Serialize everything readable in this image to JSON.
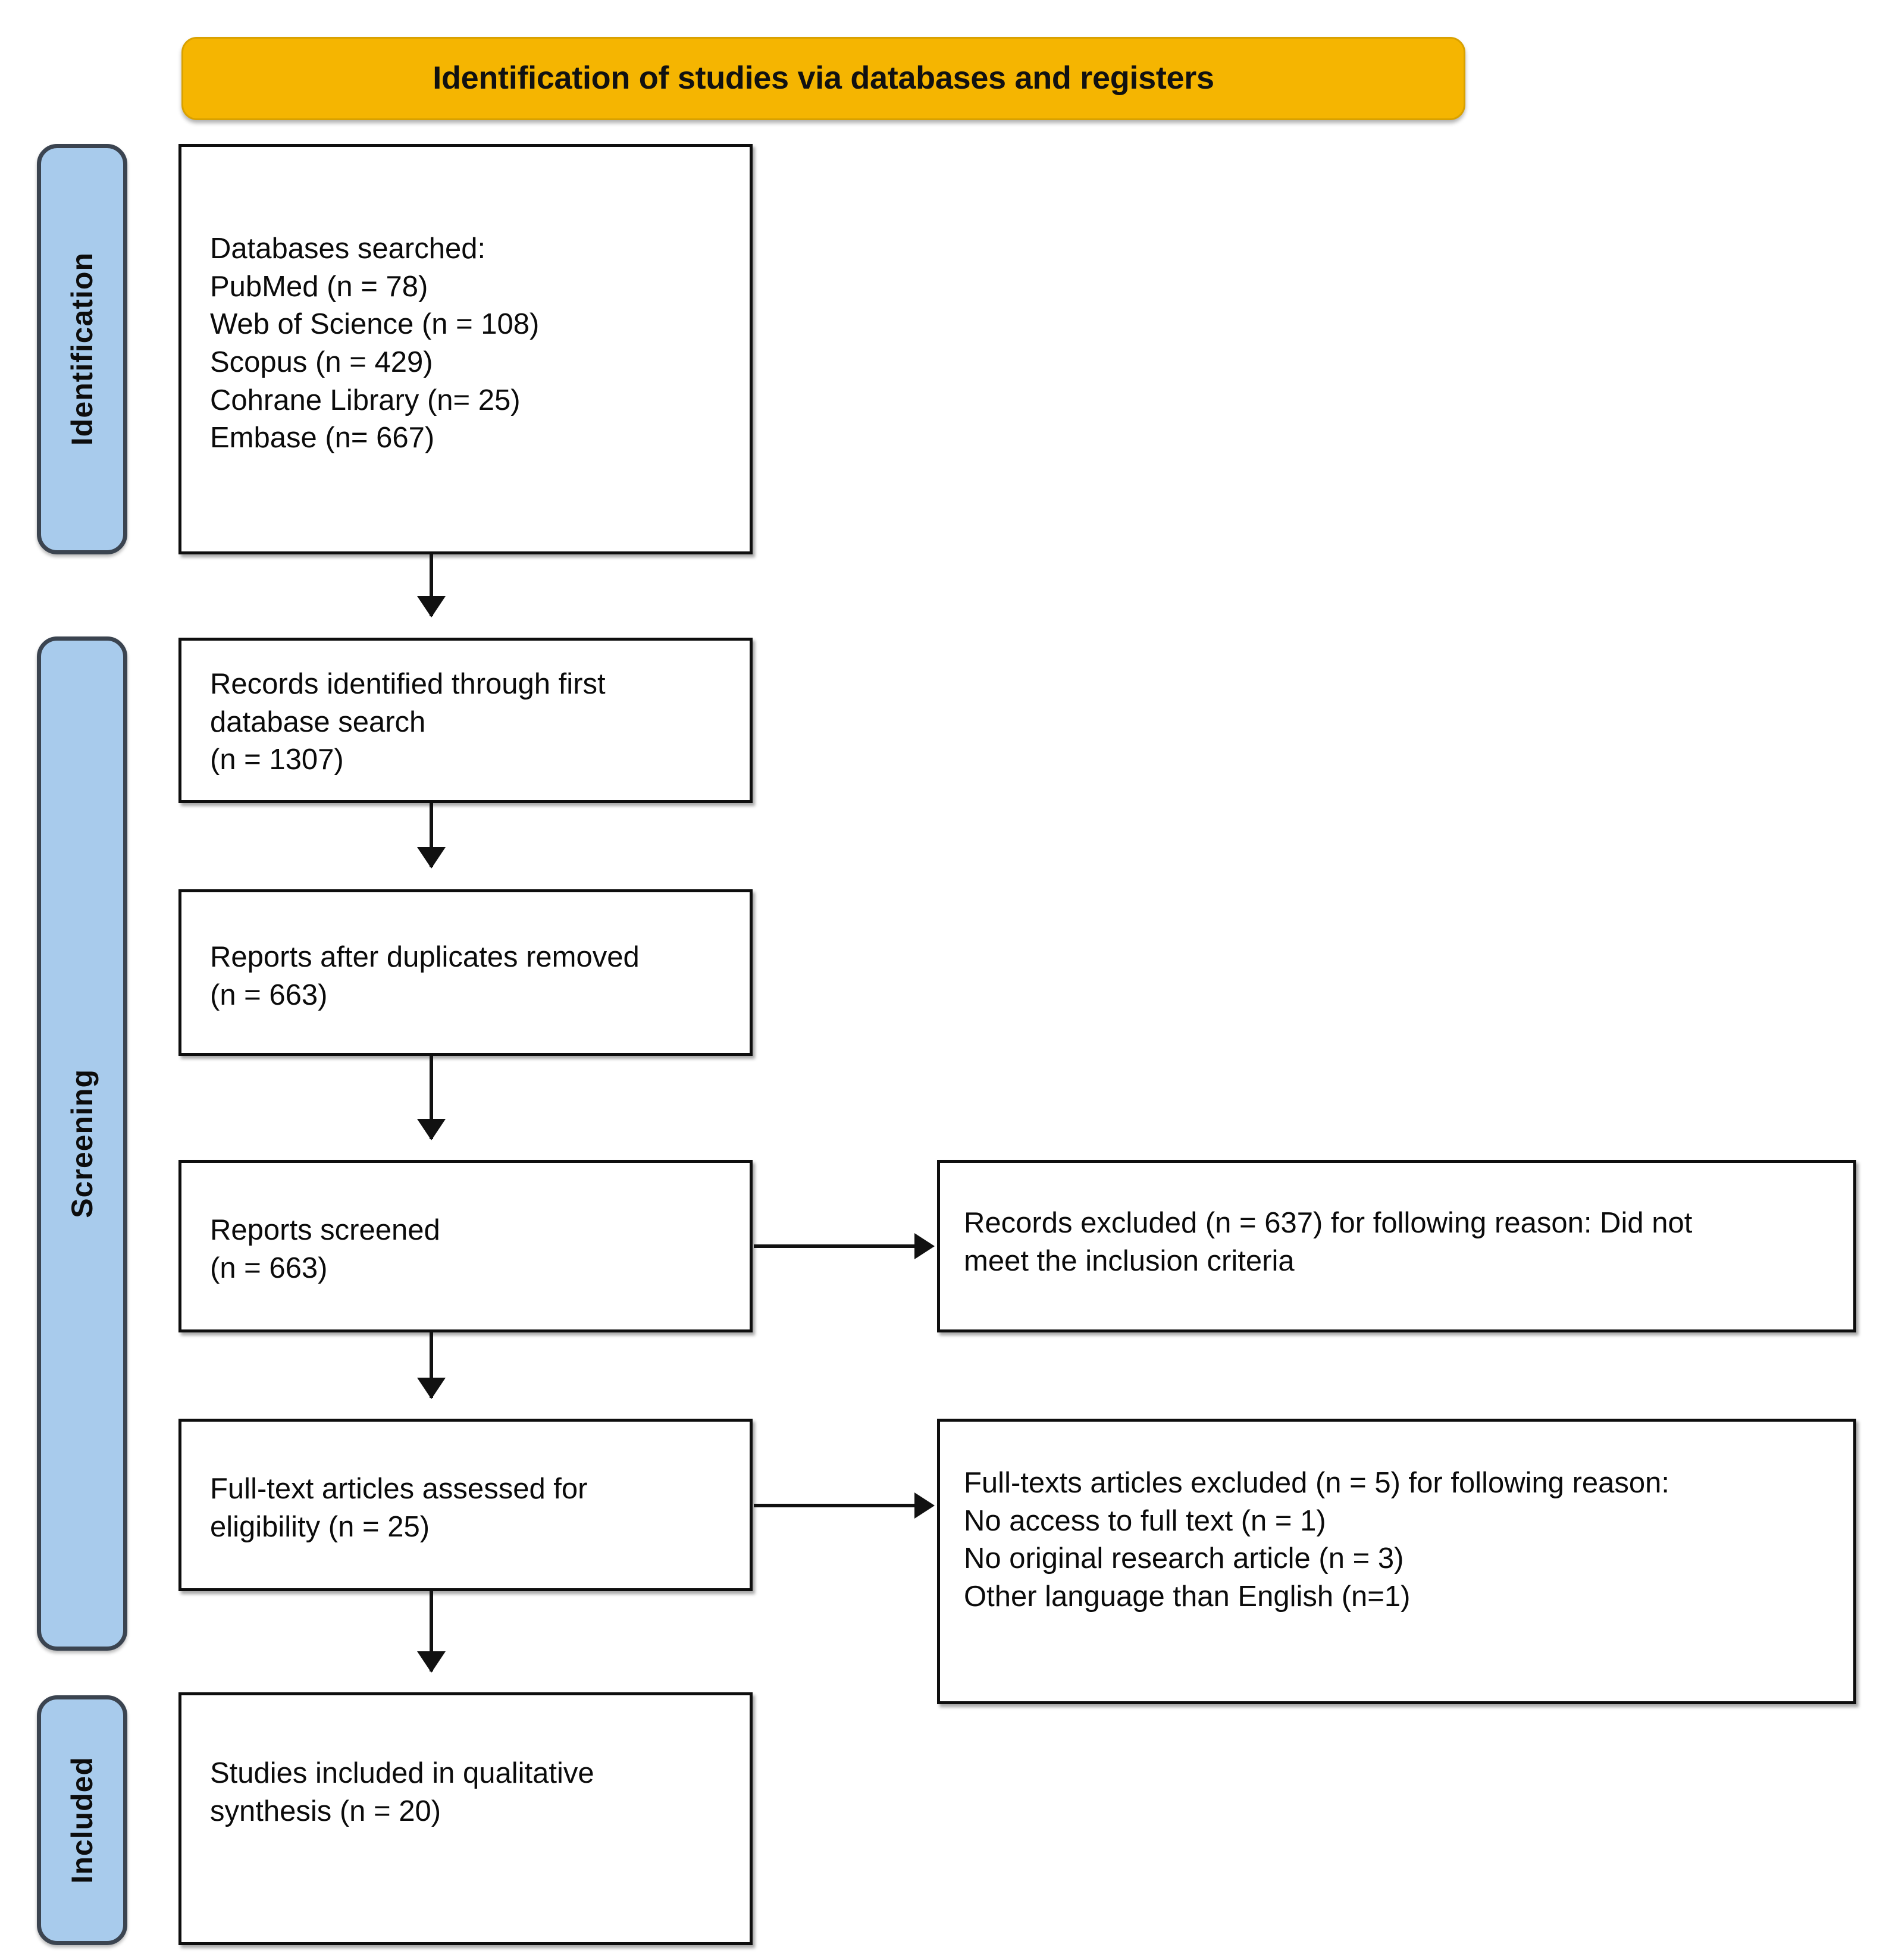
{
  "banner": {
    "title": "Identification of studies via databases and registers",
    "fill_color": "#F5B501",
    "text_color": "#111111"
  },
  "stages": [
    {
      "id": "identification",
      "label": "Identification",
      "fill_color": "#A8CBEC",
      "border_color": "#3B4450"
    },
    {
      "id": "screening",
      "label": "Screening",
      "fill_color": "#A8CBEC",
      "border_color": "#3B4450"
    },
    {
      "id": "included",
      "label": "Included",
      "fill_color": "#A8CBEC",
      "border_color": "#3B4450"
    }
  ],
  "boxes": {
    "databases": {
      "text": "Databases searched:\nPubMed (n = 78)\nWeb of Science (n = 108)\nScopus (n = 429)\nCohrane Library (n= 25)\nEmbase (n= 667)"
    },
    "records_identified": {
      "text": "Records identified through first\ndatabase search\n(n = 1307)"
    },
    "duplicates_removed": {
      "text": "Reports after duplicates removed\n(n = 663)"
    },
    "reports_screened": {
      "text": "Reports screened\n(n = 663)"
    },
    "fulltext_assessed": {
      "text": "Full-text articles assessed for\neligibility (n = 25)"
    },
    "studies_included": {
      "text": "Studies included in qualitative\nsynthesis (n = 20)"
    },
    "records_excluded": {
      "text": "Records excluded (n = 637) for following reason: Did not\nmeet the inclusion criteria"
    },
    "fulltext_excluded": {
      "text": "Full-texts articles excluded (n = 5) for following reason:\nNo access to full text (n = 1)\nNo original research article (n = 3)\nOther language than English (n=1)"
    }
  },
  "chart_data": {
    "type": "diagram",
    "title": "Identification of studies via databases and registers",
    "diagram_kind": "PRISMA flow diagram",
    "stages": [
      "Identification",
      "Screening",
      "Included"
    ],
    "nodes": [
      {
        "id": "databases",
        "stage": "Identification",
        "label": "Databases searched",
        "sources": [
          {
            "name": "PubMed",
            "n": 78
          },
          {
            "name": "Web of Science",
            "n": 108
          },
          {
            "name": "Scopus",
            "n": 429
          },
          {
            "name": "Cohrane Library",
            "n": 25
          },
          {
            "name": "Embase",
            "n": 667
          }
        ]
      },
      {
        "id": "records_identified",
        "stage": "Screening",
        "label": "Records identified through first database search",
        "n": 1307
      },
      {
        "id": "duplicates_removed",
        "stage": "Screening",
        "label": "Reports after duplicates removed",
        "n": 663
      },
      {
        "id": "reports_screened",
        "stage": "Screening",
        "label": "Reports screened",
        "n": 663
      },
      {
        "id": "records_excluded",
        "stage": "Screening",
        "label": "Records excluded for following reason: Did not meet the inclusion criteria",
        "n": 637
      },
      {
        "id": "fulltext_assessed",
        "stage": "Screening",
        "label": "Full-text articles assessed for eligibility",
        "n": 25
      },
      {
        "id": "fulltext_excluded",
        "stage": "Screening",
        "label": "Full-texts articles excluded for following reason",
        "n": 5,
        "reasons": [
          {
            "name": "No access to full text",
            "n": 1
          },
          {
            "name": "No original research article",
            "n": 3
          },
          {
            "name": "Other language than English",
            "n": 1
          }
        ]
      },
      {
        "id": "studies_included",
        "stage": "Included",
        "label": "Studies included in qualitative synthesis",
        "n": 20
      }
    ],
    "edges": [
      {
        "from": "databases",
        "to": "records_identified",
        "direction": "down"
      },
      {
        "from": "records_identified",
        "to": "duplicates_removed",
        "direction": "down"
      },
      {
        "from": "duplicates_removed",
        "to": "reports_screened",
        "direction": "down"
      },
      {
        "from": "reports_screened",
        "to": "records_excluded",
        "direction": "right"
      },
      {
        "from": "reports_screened",
        "to": "fulltext_assessed",
        "direction": "down"
      },
      {
        "from": "fulltext_assessed",
        "to": "fulltext_excluded",
        "direction": "right"
      },
      {
        "from": "fulltext_assessed",
        "to": "studies_included",
        "direction": "down"
      }
    ]
  }
}
